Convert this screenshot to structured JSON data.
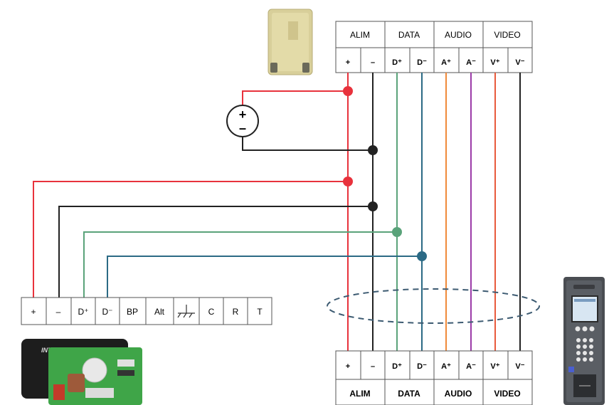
{
  "top_terminal_block": {
    "groups": [
      {
        "label": "ALIM",
        "pins": [
          "+",
          "–"
        ]
      },
      {
        "label": "DATA",
        "pins": [
          "D⁺",
          "D⁻"
        ]
      },
      {
        "label": "AUDIO",
        "pins": [
          "A⁺",
          "A⁻"
        ]
      },
      {
        "label": "VIDEO",
        "pins": [
          "V⁺",
          "V⁻"
        ]
      }
    ]
  },
  "bottom_terminal_block": {
    "groups": [
      {
        "label": "ALIM",
        "pins": [
          "+",
          "–"
        ]
      },
      {
        "label": "DATA",
        "pins": [
          "D⁺",
          "D⁻"
        ]
      },
      {
        "label": "AUDIO",
        "pins": [
          "A⁺",
          "A⁻"
        ]
      },
      {
        "label": "VIDEO",
        "pins": [
          "V⁺",
          "V⁻"
        ]
      }
    ]
  },
  "left_terminal_block": {
    "pins": [
      "+",
      "–",
      "D⁺",
      "D⁻",
      "BP",
      "Alt",
      "",
      "C",
      "R",
      "T"
    ]
  },
  "power_supply": {
    "plus": "+",
    "minus": "–"
  },
  "module_brand": "INTRATONE",
  "wire_colors": {
    "plus": "#e8323c",
    "minus": "#222222",
    "data_plus": "#5aa37a",
    "data_minus": "#2b6a85",
    "audio_plus": "#f08a3a",
    "audio_minus": "#9b3ba8",
    "video_plus": "#e85a3c",
    "video_minus": "#222222"
  }
}
